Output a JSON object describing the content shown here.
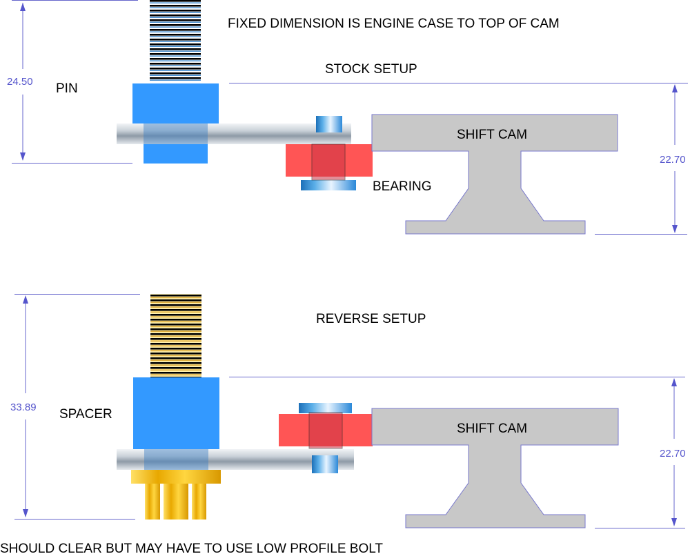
{
  "title": "FIXED DIMENSION IS ENGINE CASE TO TOP OF CAM",
  "footer_note": "SHOULD CLEAR BUT MAY HAVE TO USE LOW PROFILE BOLT",
  "stock": {
    "heading": "STOCK SETUP",
    "pin_label": "PIN",
    "bearing_label": "BEARING",
    "cam_label": "SHIFT CAM",
    "left_dimension": "24.50",
    "right_dimension": "22.70"
  },
  "reverse": {
    "heading": "REVERSE SETUP",
    "spacer_label": "SPACER",
    "cam_label": "SHIFT CAM",
    "left_dimension": "33.89",
    "right_dimension": "22.70"
  },
  "colors": {
    "dimension": "#6666cc",
    "pin_blue": "#3399ff",
    "bearing_red": "#ff5555",
    "cam_gray": "#c8c8c8",
    "gold": "#f0c000"
  }
}
